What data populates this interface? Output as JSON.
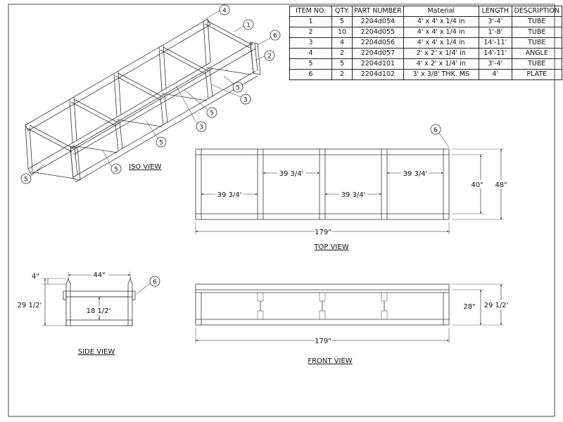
{
  "bom": {
    "headers": [
      "ITEM NO.",
      "QTY.",
      "PART NUMBER",
      "Material",
      "LENGTH",
      "DESCRIPTION"
    ],
    "rows": [
      [
        "1",
        "5",
        "2204d054",
        "4' x 4' x 1/4 in",
        "3'-4'",
        "TUBE"
      ],
      [
        "2",
        "10",
        "2204d055",
        "4' x 4' x 1/4 in",
        "1'-8'",
        "TUBE"
      ],
      [
        "3",
        "4",
        "2204d056",
        "4' x 4' x 1/4 in",
        "14'-11'",
        "TUBE"
      ],
      [
        "4",
        "2",
        "2204d057",
        "2' x 2' x 1/4' in",
        "14'-11'",
        "ANGLE"
      ],
      [
        "5",
        "5",
        "2204d101",
        "4' x 2' x 1/4' in",
        "3'-4'",
        "TUBE"
      ],
      [
        "6",
        "2",
        "2204d102",
        "3' x 3/8' THK. MS",
        "4'",
        "PLATE"
      ]
    ]
  },
  "views": {
    "iso": "ISO VIEW",
    "top": "TOP VIEW",
    "side": "SIDE VIEW",
    "front": "FRONT VIEW"
  },
  "balloons": {
    "b1": "1",
    "b2": "2",
    "b3a": "3",
    "b3b": "3",
    "b4": "4",
    "b5a": "5",
    "b5b": "5",
    "b5c": "5",
    "b5d": "5",
    "b5e": "5",
    "b6iso": "6",
    "b6top": "6",
    "b6side": "6"
  },
  "dimensions": {
    "top_bay1": "39 3/4'",
    "top_bay2": "39 3/4'",
    "top_bay3": "39 3/4'",
    "top_bay4": "39 3/4'",
    "top_inner_width": "40\"",
    "top_outer_width": "48\"",
    "top_length": "179\"",
    "side_width": "44\"",
    "side_post": "4\"",
    "side_height": "29 1/2'",
    "side_inner": "18 1/2'",
    "front_inner_height": "28\"",
    "front_height": "29 1/2'",
    "front_length": "179\""
  }
}
